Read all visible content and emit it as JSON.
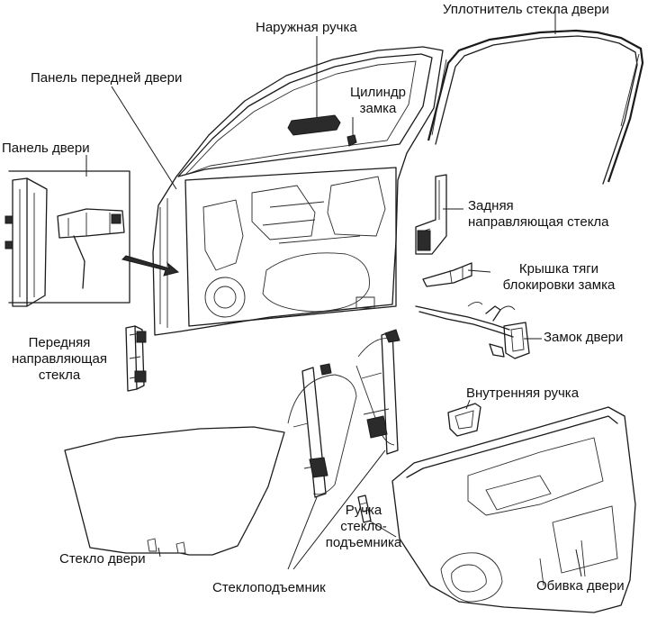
{
  "labels": {
    "outer_handle": "Наружная ручка",
    "glass_seal": "Уплотнитель стекла двери",
    "front_door_panel": "Панель передней двери",
    "lock_cylinder_l1": "Цилиндр",
    "lock_cylinder_l2": "замка",
    "door_panel": "Панель двери",
    "rear_guide_l1": "Задняя",
    "rear_guide_l2": "направляющая стекла",
    "lock_rod_cover_l1": "Крышка тяги",
    "lock_rod_cover_l2": "блокировки замка",
    "door_lock": "Замок двери",
    "front_guide_l1": "Передняя",
    "front_guide_l2": "направляющая",
    "front_guide_l3": "стекла",
    "inner_handle": "Внутренняя ручка",
    "window_handle_l1": "Ручка",
    "window_handle_l2": "стекло-",
    "window_handle_l3": "подъемника",
    "door_glass": "Стекло двери",
    "window_regulator": "Стеклоподъемник",
    "door_trim": "Обивка двери"
  }
}
